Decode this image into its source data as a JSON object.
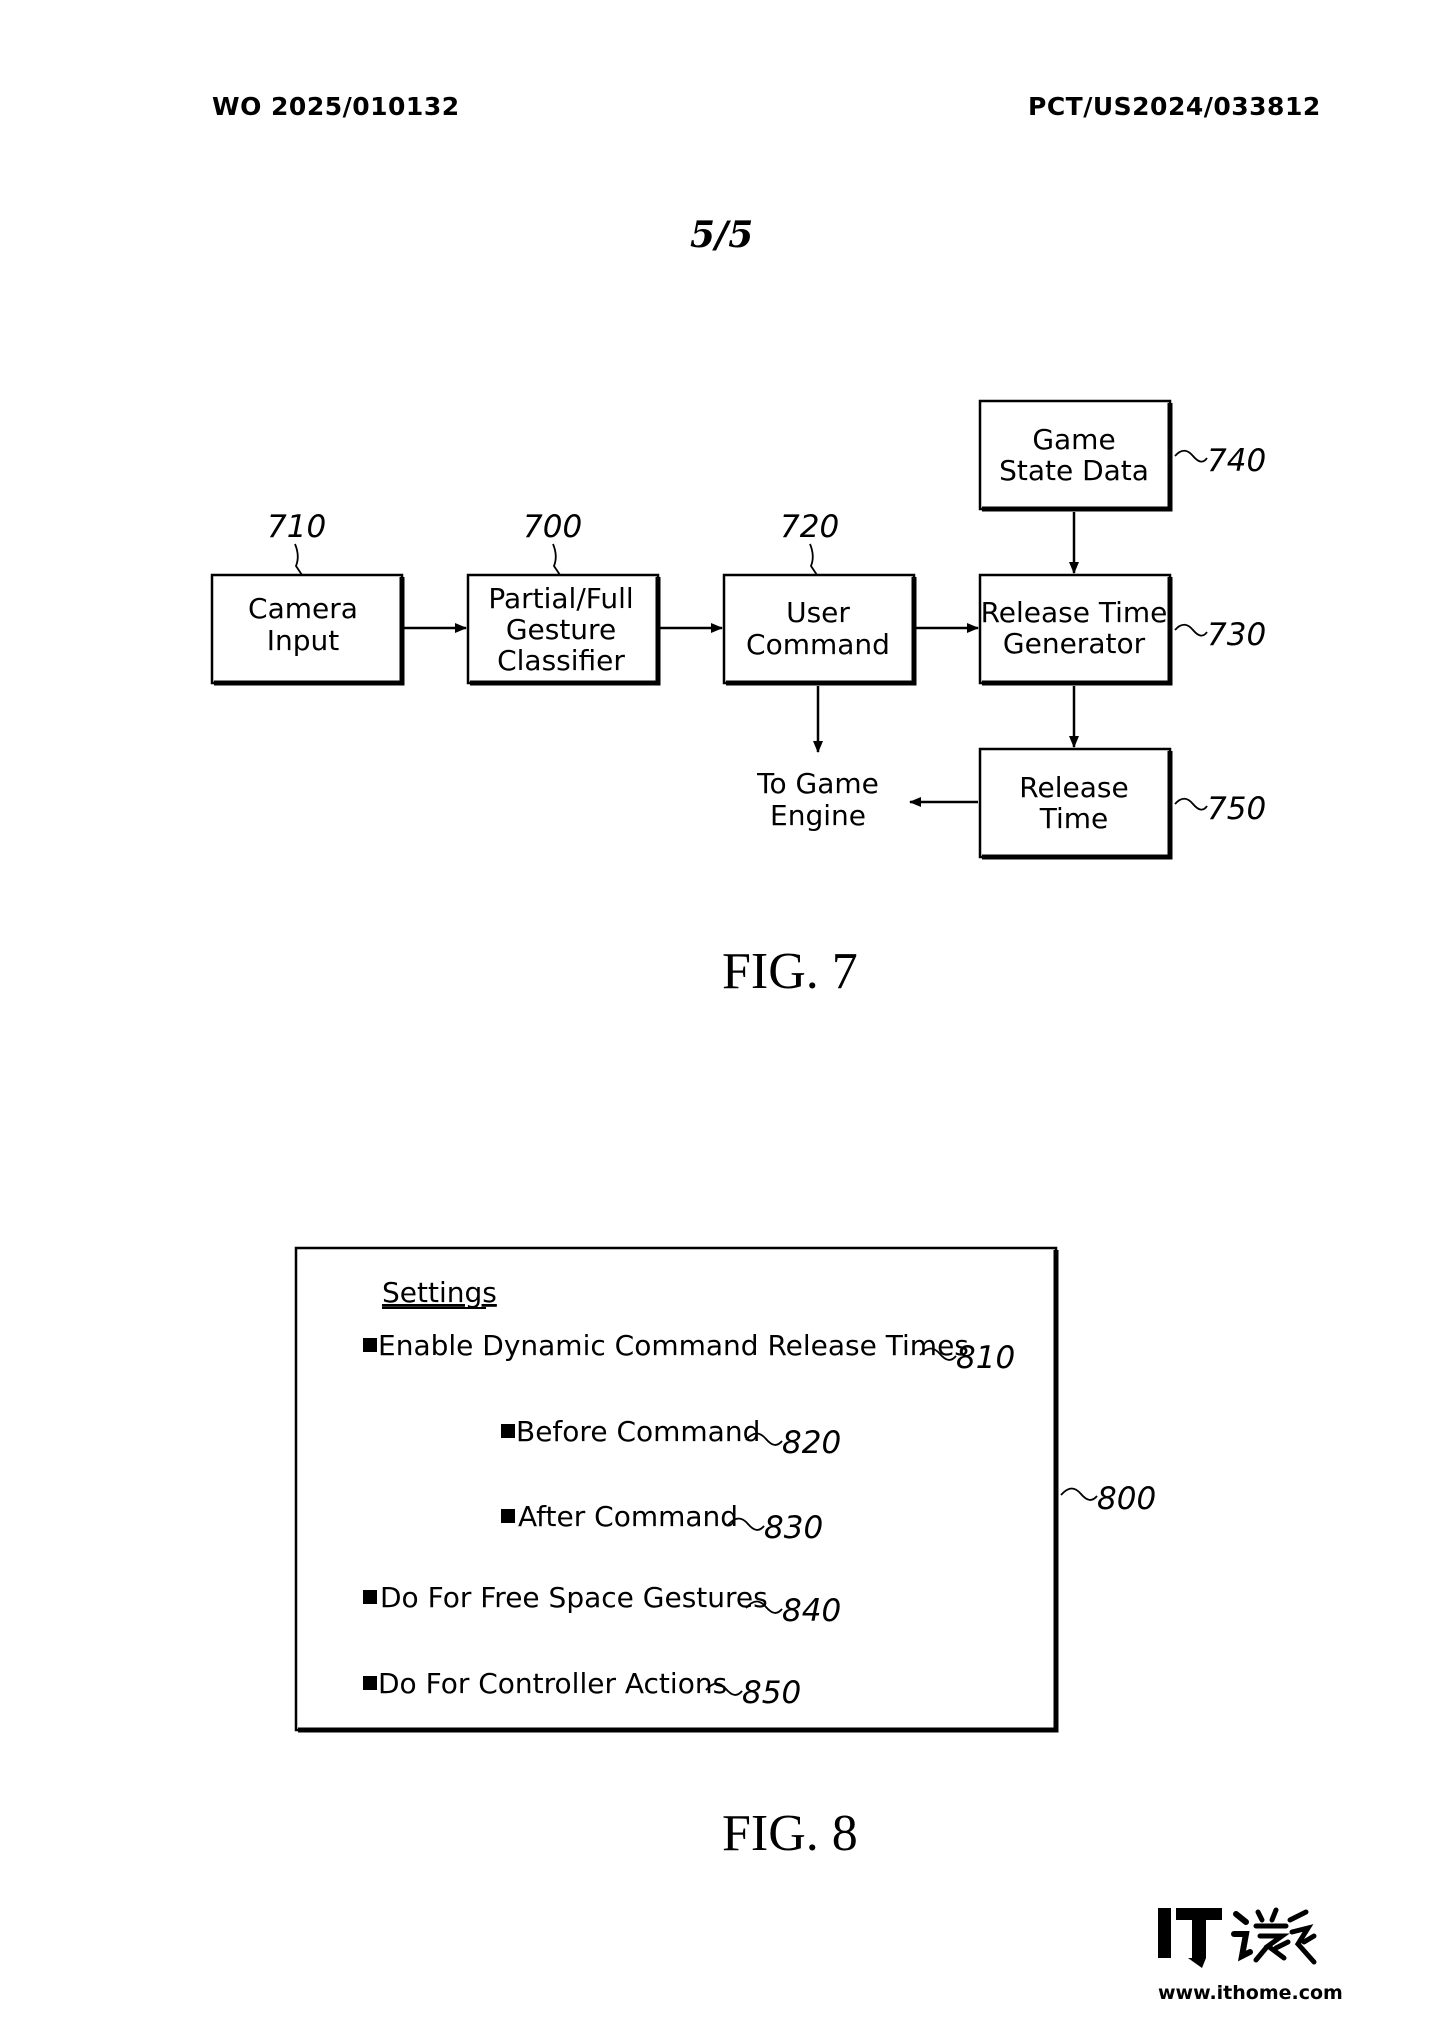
{
  "header": {
    "publication_number": "WO 2025/010132",
    "application_number": "PCT/US2024/033812"
  },
  "page_number": "5/5",
  "fig7": {
    "caption": "FIG. 7",
    "boxes": [
      {
        "id": "camera-input",
        "ref": "710",
        "lines": [
          "Camera",
          "Input"
        ]
      },
      {
        "id": "gesture-classifier",
        "ref": "700",
        "lines": [
          "Partial/Full",
          "Gesture",
          "Classifier"
        ]
      },
      {
        "id": "user-command",
        "ref": "720",
        "lines": [
          "User",
          "Command"
        ]
      },
      {
        "id": "game-state-data",
        "ref": "740",
        "lines": [
          "Game",
          "State Data"
        ]
      },
      {
        "id": "release-time-generator",
        "ref": "730",
        "lines": [
          "Release Time",
          "Generator"
        ]
      },
      {
        "id": "release-time",
        "ref": "750",
        "lines": [
          "Release",
          "Time"
        ]
      }
    ],
    "output_label": [
      "To Game",
      "Engine"
    ]
  },
  "fig8": {
    "caption": "FIG. 8",
    "panel_ref": "800",
    "title": "Settings",
    "items": [
      {
        "label": "Enable Dynamic Command Release Times",
        "ref": "810"
      },
      {
        "label": "Before Command",
        "ref": "820"
      },
      {
        "label": "After Command",
        "ref": "830"
      },
      {
        "label": "Do For Free Space Gestures",
        "ref": "840"
      },
      {
        "label": "Do For Controller Actions",
        "ref": "850"
      }
    ]
  },
  "watermark": {
    "logo_text": "IT之家",
    "url": "www.ithome.com"
  }
}
